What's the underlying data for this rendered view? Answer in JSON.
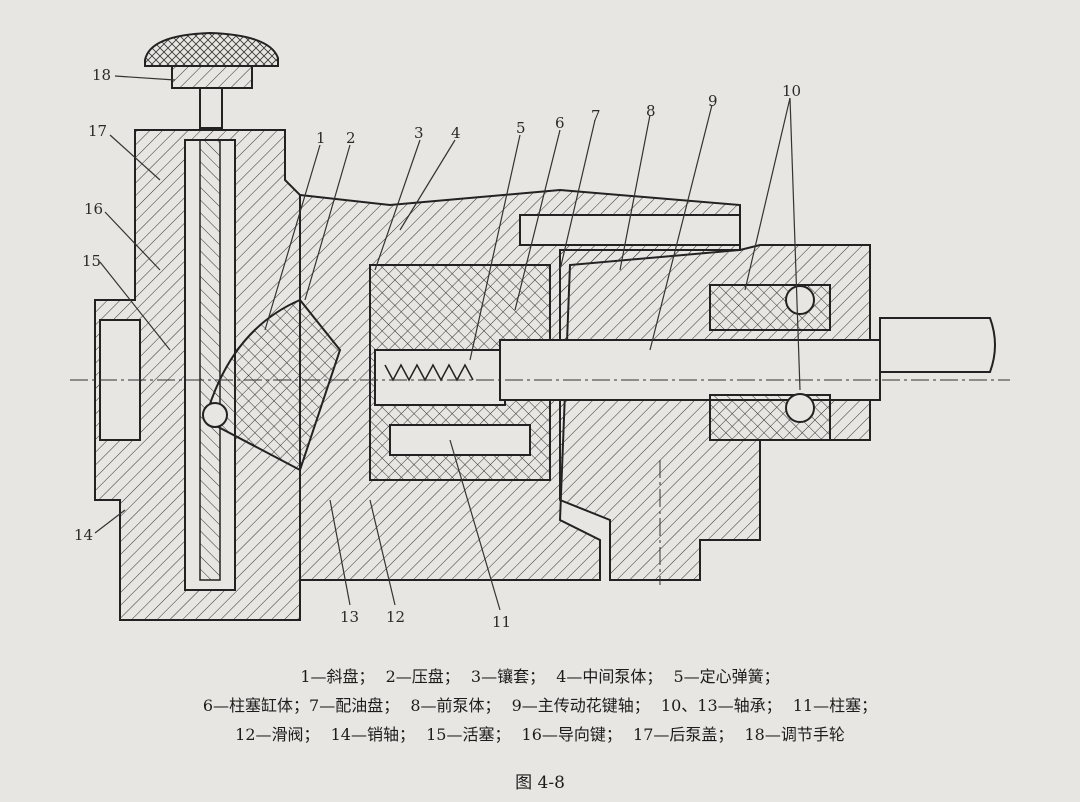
{
  "labels": {
    "l1": "1",
    "l2": "2",
    "l3": "3",
    "l4": "4",
    "l5": "5",
    "l6": "6",
    "l7": "7",
    "l8": "8",
    "l9": "9",
    "l10": "10",
    "l11": "11",
    "l12": "12",
    "l13": "13",
    "l14": "14",
    "l15": "15",
    "l16": "16",
    "l17": "17",
    "l18": "18"
  },
  "legend": {
    "row1": [
      "1—斜盘；",
      "2—压盘；",
      "3—镶套；",
      "4—中间泵体；",
      "5—定心弹簧；"
    ],
    "row2": [
      "6—柱塞缸体；7—配油盘；",
      "8—前泵体；",
      "9—主传动花键轴；",
      "10、13—轴承；",
      "11—柱塞；"
    ],
    "row3": [
      "12—滑阀；",
      "14—销轴；",
      "15—活塞；",
      "16—导向键；",
      "17—后泵盖；",
      "18—调节手轮"
    ]
  },
  "caption": "图 4-8"
}
